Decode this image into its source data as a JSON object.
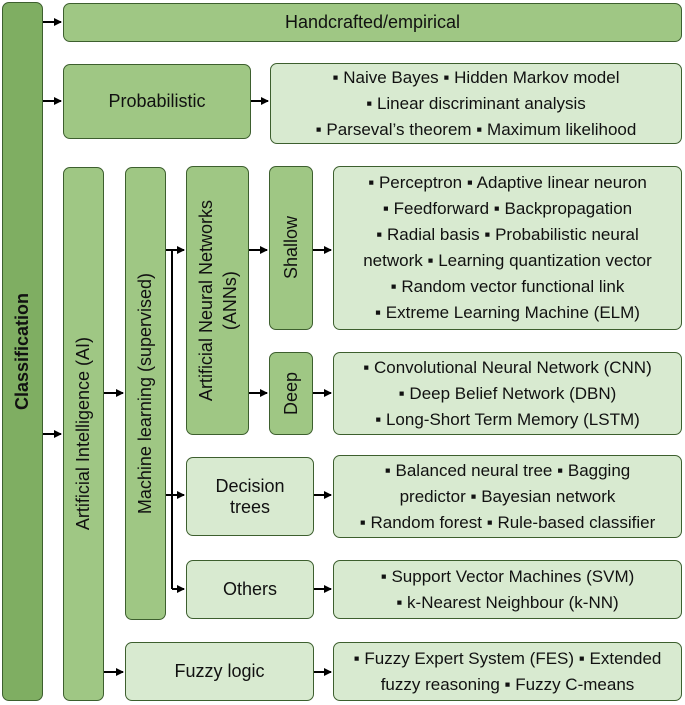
{
  "root": "Classification",
  "handcrafted": "Handcrafted/empirical",
  "probabilistic": {
    "label": "Probabilistic",
    "methods": [
      "▪ Naive Bayes ▪ Hidden Markov model",
      "▪ Linear discriminant analysis",
      "▪ Parseval’s theorem ▪ Maximum likelihood"
    ]
  },
  "ai": "Artificial Intelligence (AI)",
  "ml": "Machine learning (supervised)",
  "ann": {
    "label_line1": "Artificial Neural Networks",
    "label_line2": "(ANNs)",
    "shallow": {
      "label": "Shallow",
      "methods": [
        "▪ Perceptron ▪ Adaptive linear neuron",
        "▪ Feedforward ▪ Backpropagation",
        "▪ Radial basis ▪ Probabilistic neural",
        "network ▪ Learning quantization vector",
        "▪ Random vector functional link",
        "▪ Extreme Learning Machine (ELM)"
      ]
    },
    "deep": {
      "label": "Deep",
      "methods": [
        "▪ Convolutional Neural Network (CNN)",
        "▪ Deep Belief Network (DBN)",
        "▪ Long-Short Term Memory (LSTM)"
      ]
    }
  },
  "decision_trees": {
    "label_line1": "Decision",
    "label_line2": "trees",
    "methods": [
      "▪ Balanced neural tree ▪ Bagging",
      "predictor ▪ Bayesian network",
      "▪ Random forest ▪ Rule-based classifier"
    ]
  },
  "others": {
    "label": "Others",
    "methods": [
      "▪ Support Vector Machines (SVM)",
      "▪ k-Nearest Neighbour (k-NN)"
    ]
  },
  "fuzzy": {
    "label": "Fuzzy logic",
    "methods": [
      "▪ Fuzzy Expert System (FES) ▪ Extended",
      "fuzzy reasoning ▪ Fuzzy C-means"
    ]
  },
  "colors": {
    "dark_green": "#7fae62",
    "mid_green": "#9fc784",
    "light_green": "#d8ead0",
    "border": "#3d5f2e"
  }
}
